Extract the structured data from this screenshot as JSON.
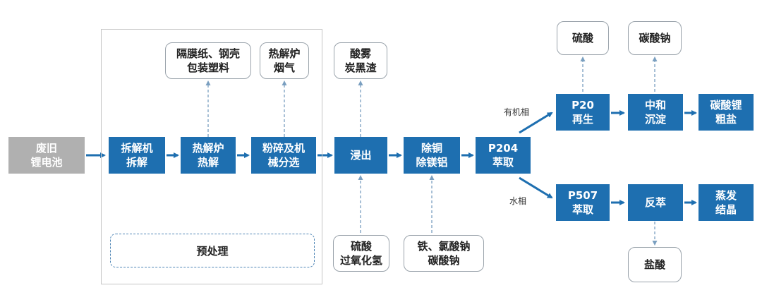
{
  "nodes": {
    "waste_battery": "废旧\n锂电池",
    "dismantle": "拆解机\n拆解",
    "pyrolysis": "热解炉\n热解",
    "crush": "粉碎及机\n械分选",
    "leach": "浸出",
    "remove_cu": "除铜\n除镁铝",
    "p204": "P204\n萃取",
    "p20": "P20\n再生",
    "neutralize": "中和\n沉淀",
    "li_crude": "碳酸锂\n粗盐",
    "p507": "P507\n萃取",
    "strip": "反萃",
    "evaporate": "蒸发\n结晶"
  },
  "outputs": {
    "separator": "隔膜纸、钢壳\n包装塑料",
    "flue_gas": "热解炉\n烟气",
    "acid_mist": "酸雾\n炭黑渣",
    "sulfuric_out": "硫酸",
    "soda_ash_out": "碳酸钠",
    "hcl_out": "盐酸"
  },
  "inputs": {
    "h2so4_h2o2": "硫酸\n过氧化氢",
    "reagents": "铁、氯酸钠\n碳酸钠"
  },
  "labels": {
    "pretreatment": "预处理",
    "organic_phase": "有机相",
    "aqueous_phase": "水相"
  },
  "colors": {
    "process": "#1e6fb0",
    "feed": "#b0b0b0",
    "arrow": "#1e6fb0",
    "dashed": "#7a9fc0"
  }
}
